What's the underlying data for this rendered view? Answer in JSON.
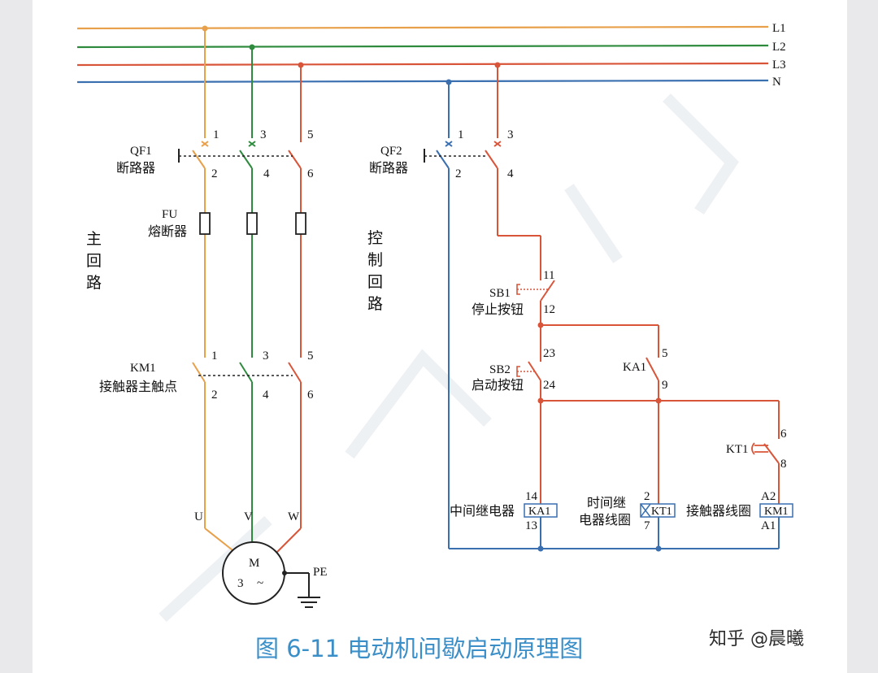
{
  "caption": "图 6-11  电动机间歇启动原理图",
  "watermark": "知乎 @晨曦",
  "colors": {
    "L1": "#e8a04a",
    "L2": "#2e8b3e",
    "L3": "#d9553a",
    "N": "#3a6fb0",
    "caption": "#3b8fc8"
  },
  "bus": {
    "L1": "L1",
    "L2": "L2",
    "L3": "L3",
    "N": "N"
  },
  "main_circuit": {
    "title_chars": [
      "主",
      "回",
      "路"
    ],
    "qf1": {
      "tag": "QF1",
      "name": "断路器",
      "top": [
        "1",
        "3",
        "5"
      ],
      "bottom": [
        "2",
        "4",
        "6"
      ]
    },
    "fu": {
      "tag": "FU",
      "name": "熔断器"
    },
    "km1": {
      "tag": "KM1",
      "name": "接触器主触点",
      "top": [
        "1",
        "3",
        "5"
      ],
      "bottom": [
        "2",
        "4",
        "6"
      ]
    },
    "phases": [
      "U",
      "V",
      "W"
    ],
    "motor": {
      "letter": "M",
      "phase": "3",
      "symbol": "~"
    },
    "pe": "PE"
  },
  "control_circuit": {
    "title_chars": [
      "控",
      "制",
      "回",
      "路"
    ],
    "qf2": {
      "tag": "QF2",
      "name": "断路器",
      "top": [
        "1",
        "3"
      ],
      "bottom": [
        "2",
        "4"
      ]
    },
    "sb1": {
      "tag": "SB1",
      "name": "停止按钮",
      "top": "11",
      "bottom": "12"
    },
    "sb2": {
      "tag": "SB2",
      "name": "启动按钮",
      "top": "23",
      "bottom": "24"
    },
    "ka1_contact": {
      "tag": "KA1",
      "top": "5",
      "bottom": "9"
    },
    "kt1_contact": {
      "tag": "KT1",
      "top": "6",
      "bottom": "8"
    },
    "coils": [
      {
        "name": "中间继电器",
        "tag": "KA1",
        "top": "14",
        "bottom": "13"
      },
      {
        "name_line1": "时间继",
        "name_line2": "电器线圈",
        "tag": "KT1",
        "top": "2",
        "bottom": "7"
      },
      {
        "name": "接触器线圈",
        "tag": "KM1",
        "top": "A2",
        "bottom": "A1"
      }
    ]
  }
}
